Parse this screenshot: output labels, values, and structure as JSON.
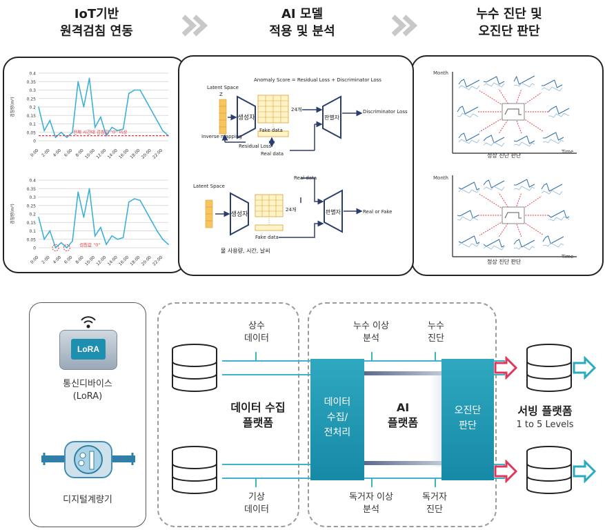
{
  "headers": {
    "step1": [
      "IoT기반",
      "원격검침 연동"
    ],
    "step2": [
      "AI 모델",
      "적용 및 분석"
    ],
    "step3": [
      "누수 진단 및",
      "오진단 판단"
    ]
  },
  "colors": {
    "teal": "#1a94b0",
    "line": "#3bb0d8",
    "red": "#e0303a",
    "gold": "#f2b53a",
    "navy": "#2b3d6b"
  },
  "left_charts": {
    "ylabel1": "검침량(m³)",
    "ylabel2": "검침량(m³)",
    "y_ticks": [
      "0.4",
      "0.35",
      "0.3",
      "0.25",
      "0.2",
      "0.15",
      "0.1",
      "0.05",
      "0"
    ],
    "x_ticks": [
      "0:00",
      "2:00",
      "4:00",
      "6:00",
      "8:00",
      "10:00",
      "12:00",
      "14:00",
      "16:00",
      "18:00",
      "20:00",
      "22:00"
    ],
    "annotation1": "전체 시간대 검침값 \"0\" 이상",
    "annotation2": "검침값 \"0\""
  },
  "chart_data": [
    {
      "type": "line",
      "title": "",
      "ylabel": "검침량(m³)",
      "ylim": [
        0,
        0.4
      ],
      "x": [
        "0:00",
        "1:00",
        "2:00",
        "3:00",
        "4:00",
        "5:00",
        "6:00",
        "7:00",
        "8:00",
        "9:00",
        "10:00",
        "11:00",
        "12:00",
        "13:00",
        "14:00",
        "15:00",
        "16:00",
        "17:00",
        "18:00",
        "19:00",
        "20:00",
        "21:00",
        "22:00",
        "23:00"
      ],
      "values": [
        0.2,
        0.06,
        0.12,
        0.02,
        0.05,
        0.02,
        0.05,
        0.35,
        0.2,
        0.37,
        0.08,
        0.14,
        0.03,
        0.08,
        0.06,
        0.07,
        0.28,
        0.3,
        0.3,
        0.24,
        0.18,
        0.12,
        0.06,
        0.03
      ]
    },
    {
      "type": "line",
      "title": "",
      "ylabel": "검침량(m³)",
      "ylim": [
        0,
        0.4
      ],
      "x": [
        "0:00",
        "1:00",
        "2:00",
        "3:00",
        "4:00",
        "5:00",
        "6:00",
        "7:00",
        "8:00",
        "9:00",
        "10:00",
        "11:00",
        "12:00",
        "13:00",
        "14:00",
        "15:00",
        "16:00",
        "17:00",
        "18:00",
        "19:00",
        "20:00",
        "21:00",
        "22:00",
        "23:00"
      ],
      "values": [
        0.18,
        0.05,
        0.1,
        0.0,
        0.03,
        0.0,
        0.04,
        0.33,
        0.18,
        0.35,
        0.07,
        0.12,
        0.02,
        0.07,
        0.05,
        0.06,
        0.27,
        0.29,
        0.28,
        0.22,
        0.16,
        0.1,
        0.05,
        0.02
      ]
    }
  ],
  "ai_model": {
    "formula": "Anomaly Score = Residual Loss + Discriminator Loss",
    "latent_space": "Latent Space",
    "z": "Z",
    "generator": "생성자",
    "discriminator": "판별자",
    "count": "24개",
    "fake_data": "Fake data",
    "real_data": "Real data",
    "discriminator_loss": "Discriminator Loss",
    "inverse_mapping": "Inverse mapping",
    "residual_loss": "Residual Loss",
    "real_or_fake": "Real or Fake",
    "inputs": "물 사용량, 시간, 날씨"
  },
  "diagnosis": {
    "month": "Month",
    "time": "Time",
    "caption1": "정상 진단 판단",
    "caption2": "정상 진단 판단"
  },
  "bottom": {
    "device1_chip": "LoRA",
    "device1_label": [
      "통신디바이스",
      "(LoRA)"
    ],
    "device2_label": "디지털계량기",
    "waterworks_data": [
      "상수",
      "데이터"
    ],
    "weather_data": [
      "기상",
      "데이터"
    ],
    "collection_platform": [
      "데이터 수집",
      "플랫폼"
    ],
    "leak_analysis": [
      "누수 이상",
      "분석"
    ],
    "leak_diagnosis": [
      "누수",
      "진단"
    ],
    "solo_analysis": [
      "독거자 이상",
      "분석"
    ],
    "solo_diagnosis": [
      "독거자",
      "진단"
    ],
    "collection_block": [
      "데이터",
      "수집/",
      "전처리"
    ],
    "ai_platform": [
      "AI",
      "플랫폼"
    ],
    "misdiagnosis": [
      "오진단",
      "판단"
    ],
    "serving_platform": "서빙 플랫폼",
    "levels": "1 to 5 Levels"
  }
}
